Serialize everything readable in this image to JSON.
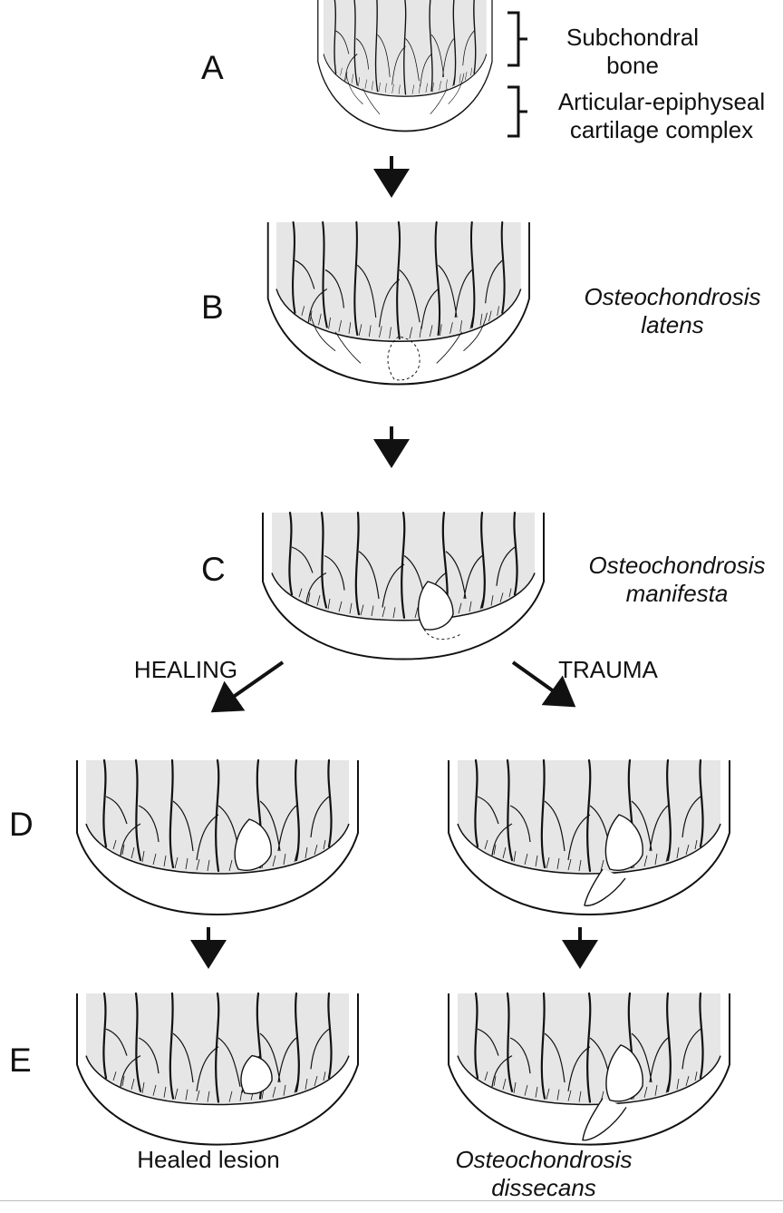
{
  "stages": [
    {
      "letter": "A",
      "caption_line1": "Subchondral",
      "caption_line2": "bone",
      "caption2_line1": "Articular-epiphyseal",
      "caption2_line2": "cartilage complex"
    },
    {
      "letter": "B",
      "caption_line1": "Osteochondrosis",
      "caption_line2": "latens"
    },
    {
      "letter": "C",
      "caption_line1": "Osteochondrosis",
      "caption_line2": "manifesta"
    },
    {
      "letter": "D"
    },
    {
      "letter": "E"
    }
  ],
  "branches": {
    "left": "HEALING",
    "right": "TRAUMA"
  },
  "outcomes": {
    "left": "Healed lesion",
    "right_line1": "Osteochondrosis",
    "right_line2": "dissecans"
  },
  "colors": {
    "bone_fill": "#e6e6e6",
    "ink": "#111111",
    "background": "#ffffff"
  }
}
